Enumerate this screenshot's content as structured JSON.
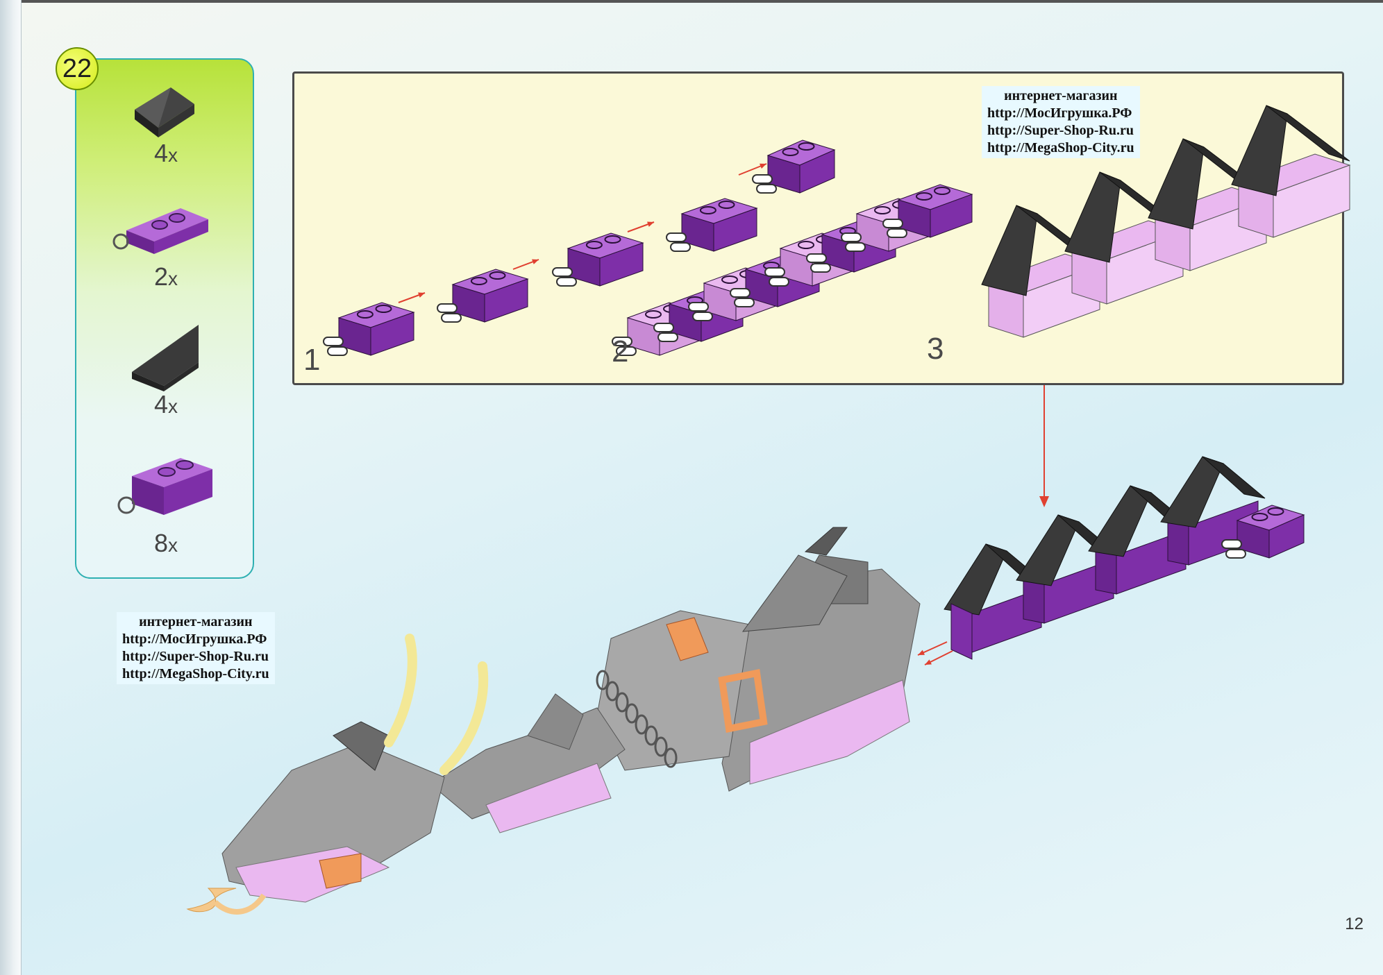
{
  "step_number": "22",
  "parts_list": [
    {
      "part": "black slope brick",
      "count": "4",
      "unit": "x"
    },
    {
      "part": "purple hinge plate",
      "count": "2",
      "unit": "x"
    },
    {
      "part": "black wedge slope",
      "count": "4",
      "unit": "x"
    },
    {
      "part": "purple hinge brick",
      "count": "8",
      "unit": "x"
    }
  ],
  "sub_steps": [
    "1",
    "2",
    "3"
  ],
  "shop_ad": {
    "title": "интернет-магазин",
    "links": [
      "http://МосИгрушка.РФ",
      "http://Super-Shop-Ru.ru",
      "http://MegaShop-City.ru"
    ]
  },
  "page_number": "12",
  "colors": {
    "purple": "#7e2fa8",
    "lilac": "#eab8f0",
    "black": "#3a3a3a",
    "gray": "#9a9a9a",
    "orange": "#f09a5a",
    "arrow": "#e04030"
  }
}
